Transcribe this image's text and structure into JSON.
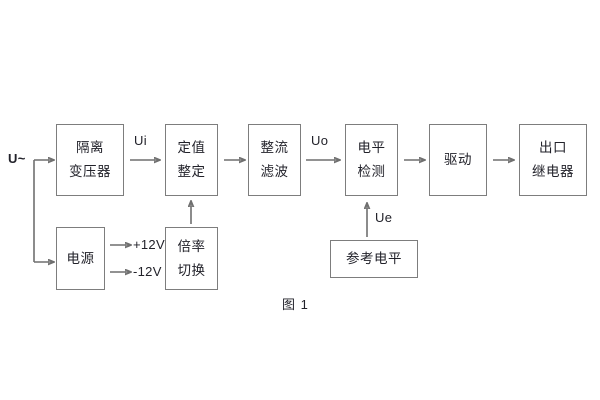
{
  "figure": {
    "caption": "图 1",
    "background_color": "#ffffff",
    "line_color": "#6f6f6f",
    "box_border_color": "#7d7d7d",
    "text_color": "#22222a"
  },
  "input": {
    "label": "U~"
  },
  "blocks": [
    {
      "id": "isolation-transformer",
      "line1": "隔离",
      "line2": "变压器"
    },
    {
      "id": "setpoint-adjust",
      "line1": "定值",
      "line2": "整定"
    },
    {
      "id": "rectify-filter",
      "line1": "整流",
      "line2": "滤波"
    },
    {
      "id": "level-detect",
      "line1": "电平",
      "line2": "检测"
    },
    {
      "id": "driver",
      "line1": "驱动",
      "line2": ""
    },
    {
      "id": "output-relay",
      "line1": "出口",
      "line2": "继电器"
    },
    {
      "id": "power-supply",
      "line1": "电源",
      "line2": ""
    },
    {
      "id": "multiplier-switch",
      "line1": "倍率",
      "line2": "切换"
    },
    {
      "id": "reference-level",
      "line1": "参考电平",
      "line2": ""
    }
  ],
  "signals": {
    "ui": "Ui",
    "uo": "Uo",
    "ue": "Ue",
    "pos12v": "+12V",
    "neg12v": "-12V"
  }
}
